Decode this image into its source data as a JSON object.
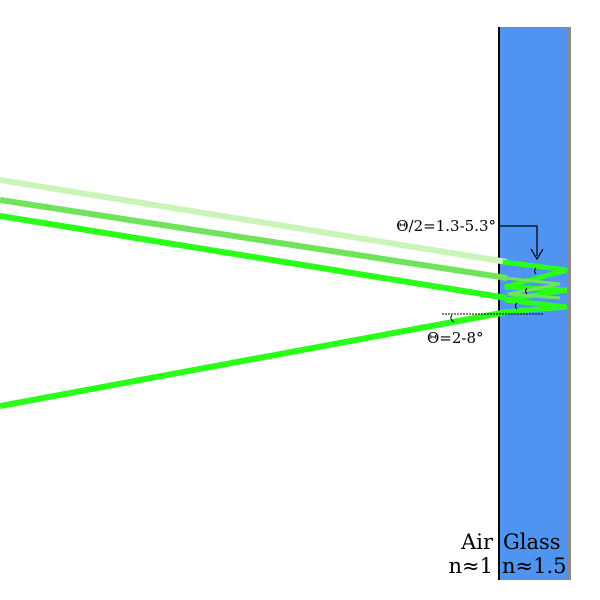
{
  "media": {
    "air": {
      "name": "Air",
      "index": "n≈1"
    },
    "glass": {
      "name": "Glass",
      "index": "n≈1.5"
    }
  },
  "annotations": {
    "half_angle": "Θ/2=1.3-5.3°",
    "full_angle": "Θ=2-8°"
  },
  "colors": {
    "glass_fill": "#4f94f1",
    "glass_edge_right": "#8a8a8a",
    "interface_line": "#000000",
    "beam_bright": "#2aff1a",
    "beam_medium": "#6fe35a",
    "beam_light": "#c9f5b8",
    "background": "#ffffff"
  }
}
